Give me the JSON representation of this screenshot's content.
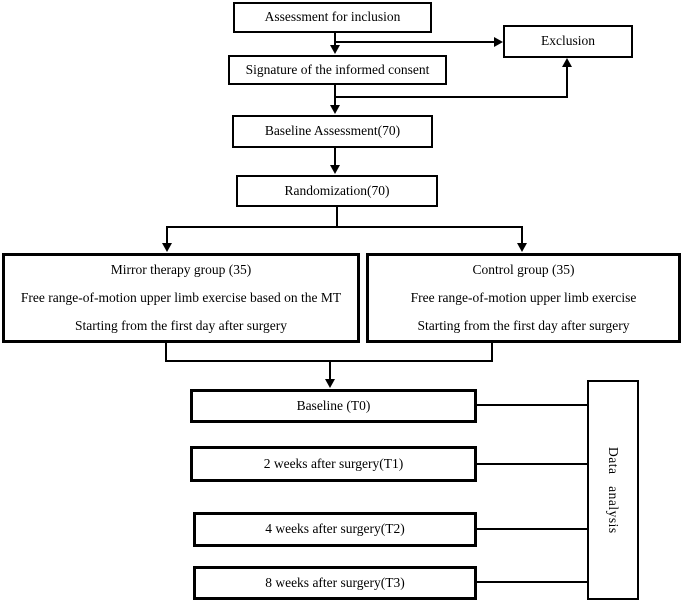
{
  "figure": {
    "type": "flowchart",
    "background": "#ffffff",
    "line_color": "#000000",
    "box_fill": "#ffffff",
    "nodes": {
      "assessment": "Assessment for inclusion",
      "signature": "Signature of the informed consent",
      "exclusion": "Exclusion",
      "baseline_assessment": "Baseline Assessment(70)",
      "randomization": "Randomization(70)",
      "mirror_group": [
        "Mirror therapy group (35)",
        "Free range-of-motion upper limb exercise based on the MT",
        "Starting from the first day after surgery"
      ],
      "control_group": [
        "Control group (35)",
        "Free range-of-motion upper limb exercise",
        "Starting from the first day after surgery"
      ],
      "timepoint_t0": "Baseline (T0)",
      "timepoint_t1": "2 weeks after surgery(T1)",
      "timepoint_t2": "4 weeks after surgery(T2)",
      "timepoint_t3": "8 weeks after surgery(T3)",
      "data_analysis": "Data   analysis"
    }
  }
}
